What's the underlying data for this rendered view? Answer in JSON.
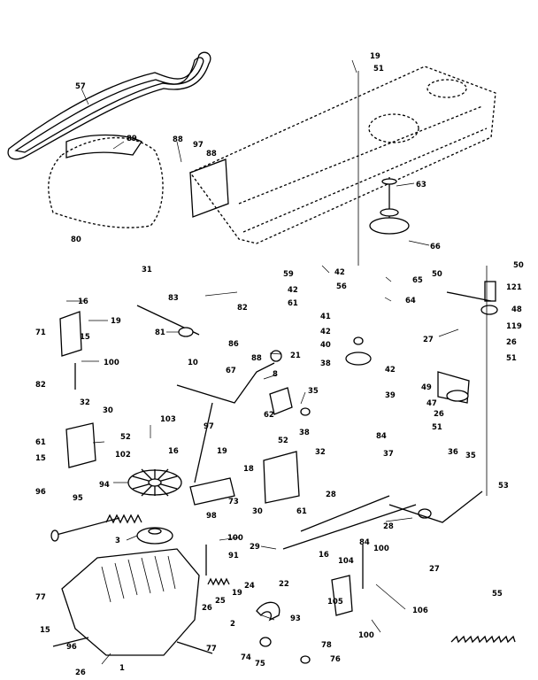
{
  "parts": [
    {
      "ref": "57"
    },
    {
      "ref": "89"
    },
    {
      "ref": "88"
    },
    {
      "ref": "97"
    },
    {
      "ref": "88"
    },
    {
      "ref": "80"
    },
    {
      "ref": "31"
    },
    {
      "ref": "19"
    },
    {
      "ref": "51"
    },
    {
      "ref": "63"
    },
    {
      "ref": "66"
    },
    {
      "ref": "59"
    },
    {
      "ref": "42"
    },
    {
      "ref": "56"
    },
    {
      "ref": "42"
    },
    {
      "ref": "61"
    },
    {
      "ref": "65"
    },
    {
      "ref": "64"
    },
    {
      "ref": "41"
    },
    {
      "ref": "42"
    },
    {
      "ref": "40"
    },
    {
      "ref": "38"
    },
    {
      "ref": "42"
    },
    {
      "ref": "39"
    },
    {
      "ref": "50"
    },
    {
      "ref": "50"
    },
    {
      "ref": "121"
    },
    {
      "ref": "48"
    },
    {
      "ref": "27"
    },
    {
      "ref": "119"
    },
    {
      "ref": "26"
    },
    {
      "ref": "51"
    },
    {
      "ref": "49"
    },
    {
      "ref": "47"
    },
    {
      "ref": "26"
    },
    {
      "ref": "51"
    },
    {
      "ref": "16"
    },
    {
      "ref": "71"
    },
    {
      "ref": "19"
    },
    {
      "ref": "15"
    },
    {
      "ref": "100"
    },
    {
      "ref": "82"
    },
    {
      "ref": "83"
    },
    {
      "ref": "82"
    },
    {
      "ref": "81"
    },
    {
      "ref": "86"
    },
    {
      "ref": "67"
    },
    {
      "ref": "88"
    },
    {
      "ref": "21"
    },
    {
      "ref": "10"
    },
    {
      "ref": "8"
    },
    {
      "ref": "62"
    },
    {
      "ref": "35"
    },
    {
      "ref": "38"
    },
    {
      "ref": "32"
    },
    {
      "ref": "30"
    },
    {
      "ref": "61"
    },
    {
      "ref": "52"
    },
    {
      "ref": "15"
    },
    {
      "ref": "103"
    },
    {
      "ref": "97"
    },
    {
      "ref": "102"
    },
    {
      "ref": "16"
    },
    {
      "ref": "19"
    },
    {
      "ref": "18"
    },
    {
      "ref": "73"
    },
    {
      "ref": "98"
    },
    {
      "ref": "94"
    },
    {
      "ref": "52"
    },
    {
      "ref": "32"
    },
    {
      "ref": "30"
    },
    {
      "ref": "61"
    },
    {
      "ref": "84"
    },
    {
      "ref": "37"
    },
    {
      "ref": "36"
    },
    {
      "ref": "35"
    },
    {
      "ref": "53"
    },
    {
      "ref": "96"
    },
    {
      "ref": "95"
    },
    {
      "ref": "3"
    },
    {
      "ref": "100"
    },
    {
      "ref": "91"
    },
    {
      "ref": "29"
    },
    {
      "ref": "28"
    },
    {
      "ref": "28"
    },
    {
      "ref": "27"
    },
    {
      "ref": "77"
    },
    {
      "ref": "25"
    },
    {
      "ref": "19"
    },
    {
      "ref": "24"
    },
    {
      "ref": "26"
    },
    {
      "ref": "22"
    },
    {
      "ref": "16"
    },
    {
      "ref": "104"
    },
    {
      "ref": "84"
    },
    {
      "ref": "100"
    },
    {
      "ref": "105"
    },
    {
      "ref": "106"
    },
    {
      "ref": "100"
    },
    {
      "ref": "93"
    },
    {
      "ref": "55"
    },
    {
      "ref": "15"
    },
    {
      "ref": "2"
    },
    {
      "ref": "96"
    },
    {
      "ref": "77"
    },
    {
      "ref": "78"
    },
    {
      "ref": "74"
    },
    {
      "ref": "75"
    },
    {
      "ref": "76"
    },
    {
      "ref": "26"
    },
    {
      "ref": "1"
    }
  ]
}
